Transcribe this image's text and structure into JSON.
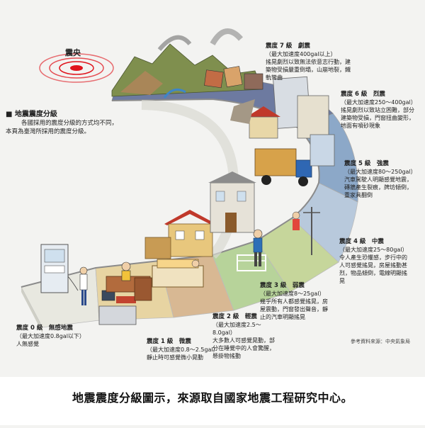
{
  "epicenter_label": "震央",
  "legend": {
    "title": "■ 地震震度分級",
    "line1": "各國採用的震度分級的方式均不同，",
    "line2": "本頁為臺灣所採用的震度分級。"
  },
  "levels": [
    {
      "title": "震度 0 級　無感地震",
      "range": "（最大加速度0.8gal以下）",
      "desc": "人無感覺"
    },
    {
      "title": "震度 1 級　微震",
      "range": "（最大加速度0.8～2.5gal）",
      "desc": "靜止時可感覺微小晃動"
    },
    {
      "title": "震度 2 級　輕震",
      "range": "（最大加速度2.5～8.0gal）",
      "desc": "大多數人可感覺晃動，部分在睡覺中的人會驚醒，懸掛物搖動"
    },
    {
      "title": "震度 3 級　弱震",
      "range": "（最大加速度8～25gal）",
      "desc": "幾乎所有人都感覺搖晃，房屋震動，門窗發出聲音，靜止的汽車明顯搖晃"
    },
    {
      "title": "震度 4 級　中震",
      "range": "（最大加速度25～80gal）",
      "desc": "令人產生恐懼感，步行中的人可感覺搖晃，房屋搖動甚烈，物品傾倒，電線明顯搖晃"
    },
    {
      "title": "震度 5 級　強震",
      "range": "（最大加速度80～250gal）",
      "desc": "汽車駕駛人明顯感覺地震，磚牆產生裂痕，牌坊傾倒，重家具翻倒"
    },
    {
      "title": "震度 6 級　烈震",
      "range": "（最大加速度250～400gal）",
      "desc": "搖晃劇烈以致站立困難，部分建築物受損，門窗扭曲變形，地面有噴砂現象"
    },
    {
      "title": "震度 7 級　劇震",
      "range": "（最大加速度400gal以上）",
      "desc": "搖晃劇烈以致無法依意志行動，建築物受損嚴重倒塌，山崩地裂，鐵軌彎曲"
    }
  ],
  "credit": "參考資料來源：中央氣象局",
  "caption": "地震震度分級圖示，來源取自國家地震工程研究中心。",
  "colors": {
    "epicenter": "#e0141c",
    "level0": "#e8e8e0",
    "level1": "#e7d4a2",
    "level2": "#d8b893",
    "level3": "#b7d39a",
    "level4": "#c6d69b",
    "level5": "#b8c9dc",
    "level6": "#8ca8c8",
    "level7": "#6d7aa0"
  }
}
